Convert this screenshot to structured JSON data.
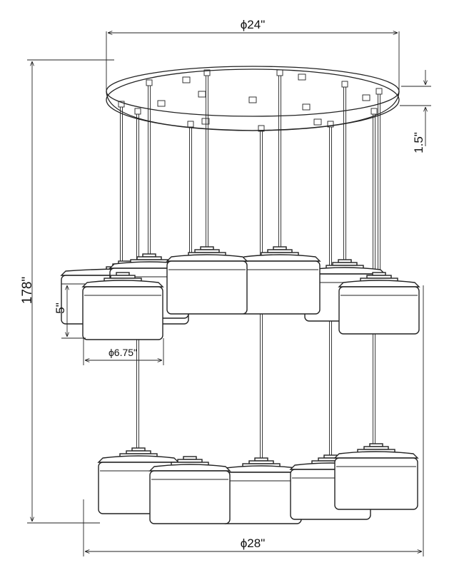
{
  "dimensions": {
    "canopy_diameter": "ϕ24\"",
    "canopy_height": "1.5\"",
    "overall_height": "178\"",
    "shade_height": "5\"",
    "shade_diameter": "ϕ6.75\"",
    "overall_diameter": "ϕ28\""
  }
}
